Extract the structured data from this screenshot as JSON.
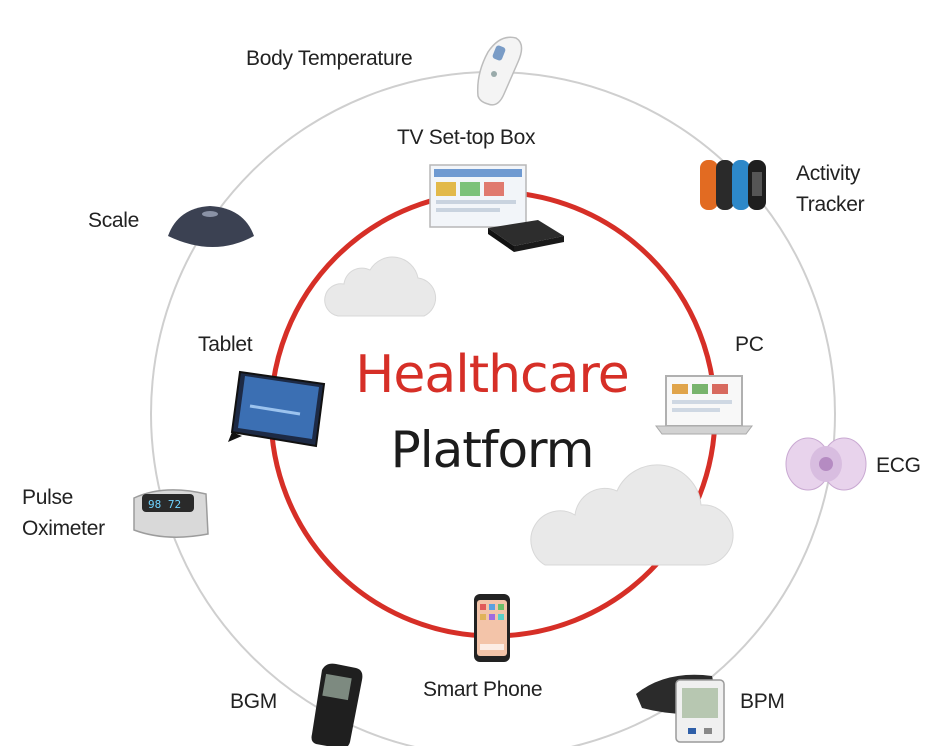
{
  "title": {
    "line1": "Healthcare",
    "line2": "Platform"
  },
  "devices": {
    "body_temperature": "Body Temperature",
    "tv_settop_box": "TV Set-top Box",
    "activity_tracker_line1": "Activity",
    "activity_tracker_line2": "Tracker",
    "scale": "Scale",
    "tablet": "Tablet",
    "pc": "PC",
    "ecg": "ECG",
    "pulse_oximeter_line1": "Pulse",
    "pulse_oximeter_line2": "Oximeter",
    "smart_phone": "Smart Phone",
    "bgm": "BGM",
    "bpm": "BPM"
  },
  "colors": {
    "inner_ring": "#d62f27",
    "outer_ring": "#cfcfcf",
    "title_accent": "#d62f27",
    "title_dark": "#1c1c1c",
    "cloud": "#e9e9e9"
  }
}
